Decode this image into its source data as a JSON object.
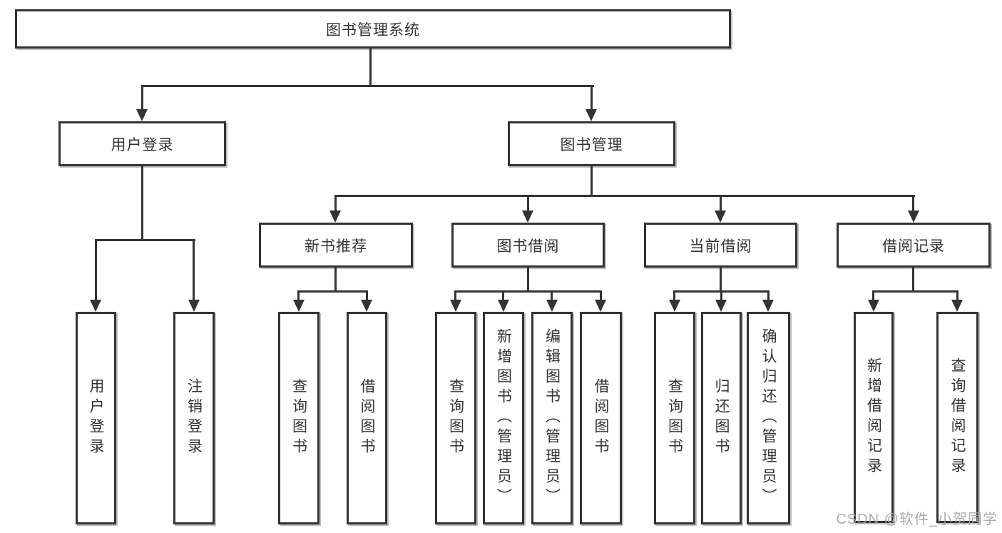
{
  "diagram_title": "图书管理系统",
  "colors": {
    "line": "#333333",
    "box_background": "#ffffff",
    "text": "#333333",
    "watermark": "#a3a3a3"
  },
  "tree": {
    "label": "图书管理系统",
    "children": [
      {
        "label": "用户登录",
        "children": [
          {
            "label": "用户登录"
          },
          {
            "label": "注销登录"
          }
        ]
      },
      {
        "label": "图书管理",
        "children": [
          {
            "label": "新书推荐",
            "children": [
              {
                "label": "查询图书"
              },
              {
                "label": "借阅图书"
              }
            ]
          },
          {
            "label": "图书借阅",
            "children": [
              {
                "label": "查询图书"
              },
              {
                "label": "新增图书（管理员）"
              },
              {
                "label": "编辑图书（管理员）"
              },
              {
                "label": "借阅图书"
              }
            ]
          },
          {
            "label": "当前借阅",
            "children": [
              {
                "label": "查询图书"
              },
              {
                "label": "归还图书"
              },
              {
                "label": "确认归还（管理员）"
              }
            ]
          },
          {
            "label": "借阅记录",
            "children": [
              {
                "label": "新增借阅记录"
              },
              {
                "label": "查询借阅记录"
              }
            ]
          }
        ]
      }
    ]
  },
  "watermark": {
    "text": "CSDN @软件_小贺同学"
  }
}
